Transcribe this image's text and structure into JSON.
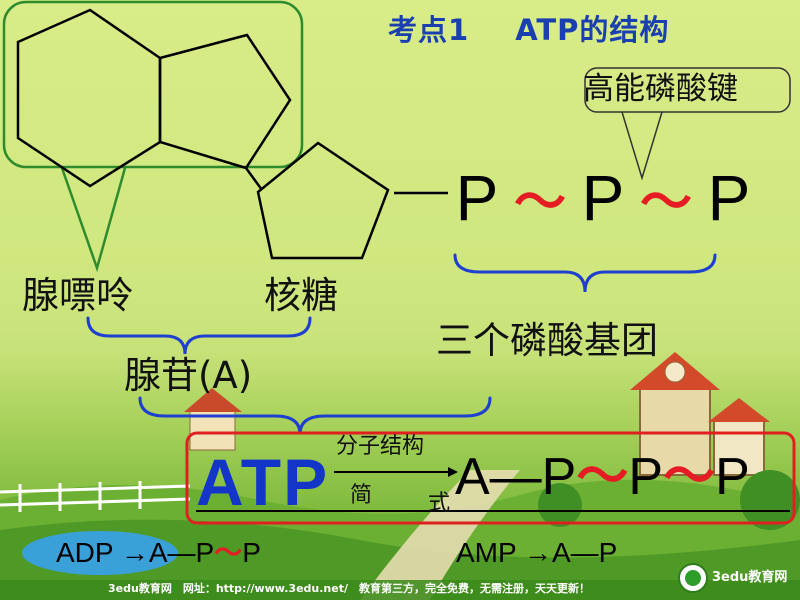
{
  "title": {
    "part1": "考点1",
    "part2": "ATP的结构"
  },
  "callout": {
    "label": "高能磷酸键"
  },
  "phosphate_chain": {
    "p1": "P",
    "bond1": "～",
    "p2": "P",
    "bond2": "～",
    "p3": "P"
  },
  "labels": {
    "adenine": "腺嘌呤",
    "ribose": "核糖",
    "three_phosphates": "三个磷酸基团",
    "adenosine": "腺苷(A)"
  },
  "formula_box": {
    "atp": "ATP",
    "arrow_top": "分子结构",
    "arrow_bottom_1": "简",
    "arrow_bottom_2": "式",
    "formula_a": "A—P",
    "formula_bond1": "～",
    "formula_p2": "P",
    "formula_bond2": "～",
    "formula_p3": "P"
  },
  "adp": {
    "left": "ADP",
    "arrow": "→",
    "right_a": "A—P",
    "bond": "～",
    "right_p": "P"
  },
  "amp": {
    "left": "AMP",
    "arrow": "→",
    "right": "A—P"
  },
  "footer": {
    "text": "3edu教育网　网址：http://www.3edu.net/　教育第三方，完全免费，无需注册，天天更新！"
  },
  "logo": {
    "name": "3edu教育网",
    "url": "www.3edu.net"
  },
  "colors": {
    "title": "#1a3fb0",
    "atp": "#1436c8",
    "bond": "#e51c23",
    "box_border": "#e02020",
    "adenine_box": "#2e8b2e",
    "brace": "#1e3fd0"
  }
}
